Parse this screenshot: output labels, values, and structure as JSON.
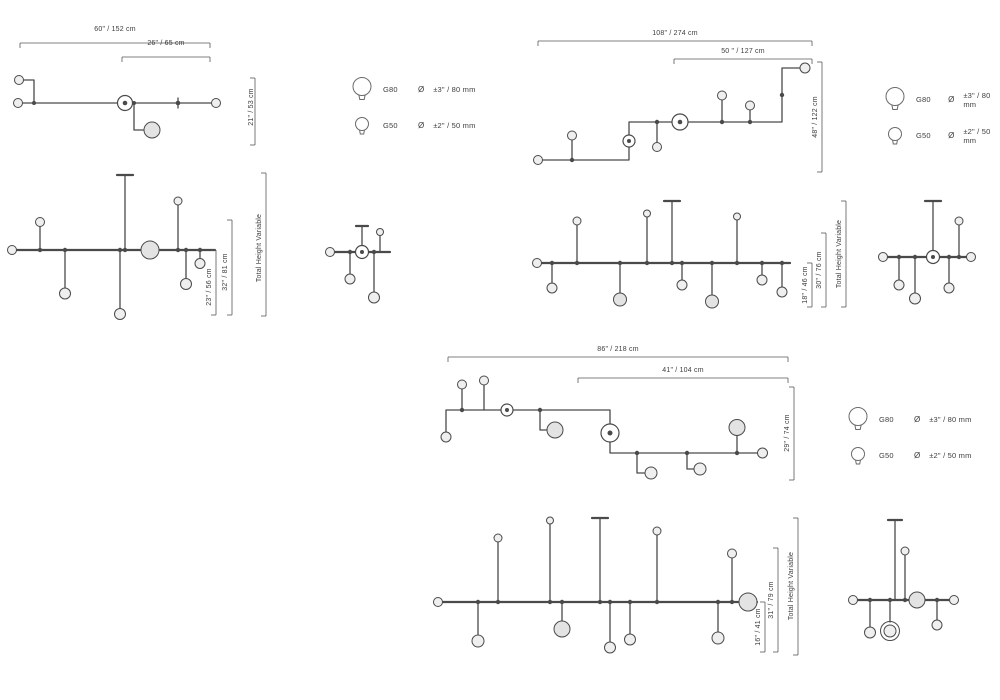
{
  "colors": {
    "line": "#4a4a4a",
    "dim": "#595959",
    "bulb-fill": "#efefef",
    "bg": "#ffffff"
  },
  "legend": {
    "g80": {
      "label": "G80",
      "symbol": "Ø",
      "size": "±3\" / 80 mm"
    },
    "g50": {
      "label": "G50",
      "symbol": "Ø",
      "size": "±2\" / 50 mm"
    }
  },
  "fixtures": {
    "f1": {
      "plan": {
        "total_width": "60\" / 152 cm",
        "inner_width": "26\" / 65 cm",
        "side_height": "21\" / 53 cm"
      },
      "front": {
        "inner_drop": "23\" / 56 cm",
        "outer_drop": "32\" / 81 cm",
        "total_height": "Total Height Variable"
      }
    },
    "f2": {
      "plan": {
        "total_width": "108\" / 274 cm",
        "inner_width": "50 \" / 127 cm",
        "side_height": "48\" / 122 cm"
      },
      "front": {
        "inner_drop": "18\" / 46 cm",
        "outer_drop": "30\" / 76 cm",
        "total_height": "Total Height Variable"
      }
    },
    "f3": {
      "plan": {
        "total_width": "86\" / 218 cm",
        "inner_width": "41\" / 104 cm",
        "side_height": "29\" / 74 cm"
      },
      "front": {
        "inner_drop": "16\" / 41 cm",
        "outer_drop": "31\" / 79 cm",
        "total_height": "Total Height Variable"
      }
    }
  }
}
